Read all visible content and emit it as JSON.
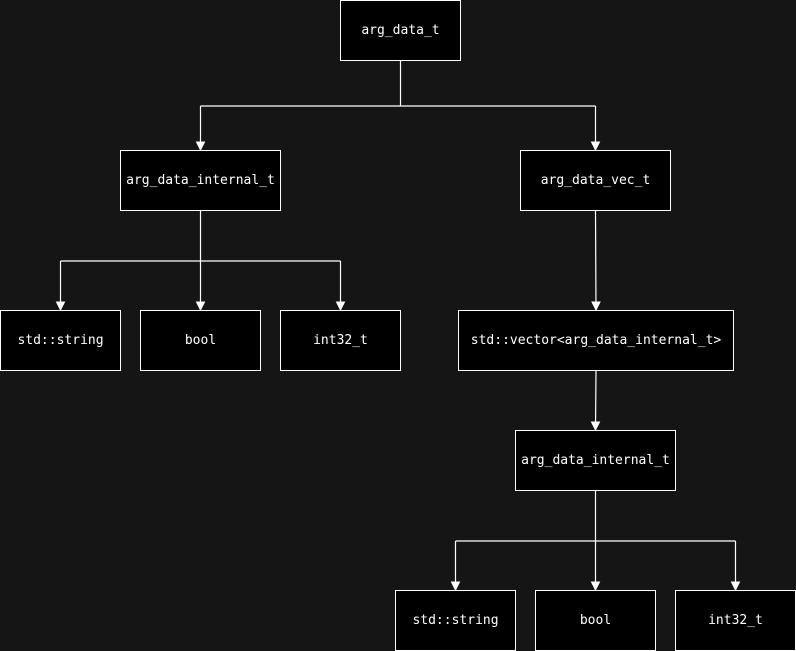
{
  "diagram": {
    "colors": {
      "background": "#151515",
      "node_fill": "#000000",
      "stroke": "#ffffff",
      "text": "#ffffff"
    },
    "nodes": {
      "root": "arg_data_t",
      "internal_a": "arg_data_internal_t",
      "vec": "arg_data_vec_t",
      "string_a": "std::string",
      "bool_a": "bool",
      "int_a": "int32_t",
      "vector": "std::vector<arg_data_internal_t>",
      "internal_b": "arg_data_internal_t",
      "string_b": "std::string",
      "bool_b": "bool",
      "int_b": "int32_t"
    },
    "edges": [
      [
        "root",
        "internal_a"
      ],
      [
        "root",
        "vec"
      ],
      [
        "internal_a",
        "string_a"
      ],
      [
        "internal_a",
        "bool_a"
      ],
      [
        "internal_a",
        "int_a"
      ],
      [
        "vec",
        "vector"
      ],
      [
        "vector",
        "internal_b"
      ],
      [
        "internal_b",
        "string_b"
      ],
      [
        "internal_b",
        "bool_b"
      ],
      [
        "internal_b",
        "int_b"
      ]
    ]
  }
}
